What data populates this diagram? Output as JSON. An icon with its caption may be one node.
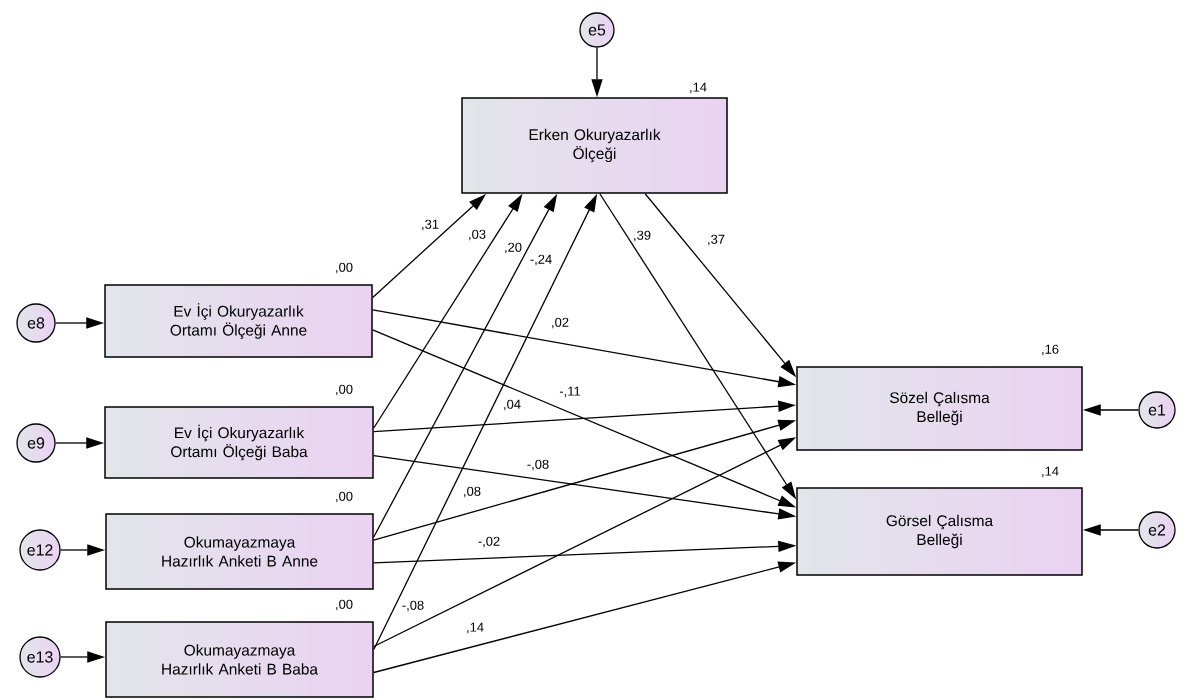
{
  "diagram": {
    "nodes": [
      {
        "text": [
          "e5"
        ]
      },
      {
        "text": [
          "Erken Okuryazarlık Ölçeği"
        ],
        "beside": [
          ",14"
        ]
      },
      {
        "text": [
          "Ev İçi Okuryazarlık Ortamı Ölçeği Anne"
        ],
        "beside": [
          ",00"
        ]
      },
      {
        "text": [
          "Ev İçi Okuryazarlık Ortamı Ölçeği Baba"
        ],
        "beside": [
          ",00"
        ]
      },
      {
        "text": [
          "Okumayazmaya Hazırlık Anketi B Anne"
        ],
        "beside": [
          ",00"
        ]
      },
      {
        "text": [
          "Okumayazmaya Hazırlık Anketi B Baba"
        ],
        "beside": [
          ",00"
        ]
      },
      {
        "text": [
          "Sözel Çalısma Belleği"
        ],
        "beside": [
          ",16"
        ]
      },
      {
        "text": [
          "Görsel Çalısma Belleği"
        ],
        "beside": [
          ",14"
        ]
      },
      {
        "text": [
          "e8"
        ]
      },
      {
        "text": [
          "e9"
        ]
      },
      {
        "text": [
          "e12"
        ]
      },
      {
        "text": [
          "e13"
        ]
      },
      {
        "text": [
          "e1"
        ]
      },
      {
        "text": [
          "e2"
        ]
      }
    ],
    "edges": [
      {
        "from": 0,
        "to": 1,
        "arrow": "to"
      },
      {
        "from": 8,
        "to": 2,
        "arrow": "to"
      },
      {
        "from": 9,
        "to": 3,
        "arrow": "to"
      },
      {
        "from": 10,
        "to": 4,
        "arrow": "to"
      },
      {
        "from": 11,
        "to": 5,
        "arrow": "to"
      },
      {
        "from": 12,
        "to": 6,
        "arrow": "to"
      },
      {
        "from": 13,
        "to": 7,
        "arrow": "to"
      },
      {
        "from": 2,
        "to": 1,
        "arrow": "to",
        "label": ",31"
      },
      {
        "from": 3,
        "to": 1,
        "arrow": "to",
        "label": ",03"
      },
      {
        "from": 4,
        "to": 1,
        "arrow": "to",
        "label": ",20"
      },
      {
        "from": 5,
        "to": 1,
        "arrow": "to",
        "label": "-,24"
      },
      {
        "from": 1,
        "to": 7,
        "arrow": "to",
        "label": ",39"
      },
      {
        "from": 1,
        "to": 6,
        "arrow": "to",
        "label": ",37"
      },
      {
        "from": 2,
        "to": 6,
        "arrow": "to",
        "label": ",02"
      },
      {
        "from": 2,
        "to": 7,
        "arrow": "to",
        "label": "-,11"
      },
      {
        "from": 3,
        "to": 6,
        "arrow": "to",
        "label": ",04"
      },
      {
        "from": 3,
        "to": 7,
        "arrow": "to",
        "label": "-,08"
      },
      {
        "from": 4,
        "to": 6,
        "arrow": "to",
        "label": ",08"
      },
      {
        "from": 4,
        "to": 7,
        "arrow": "to",
        "label": "-,02"
      },
      {
        "from": 5,
        "to": 6,
        "arrow": "to",
        "label": "-,08"
      },
      {
        "from": 5,
        "to": 7,
        "arrow": "to",
        "label": ",14"
      }
    ]
  }
}
